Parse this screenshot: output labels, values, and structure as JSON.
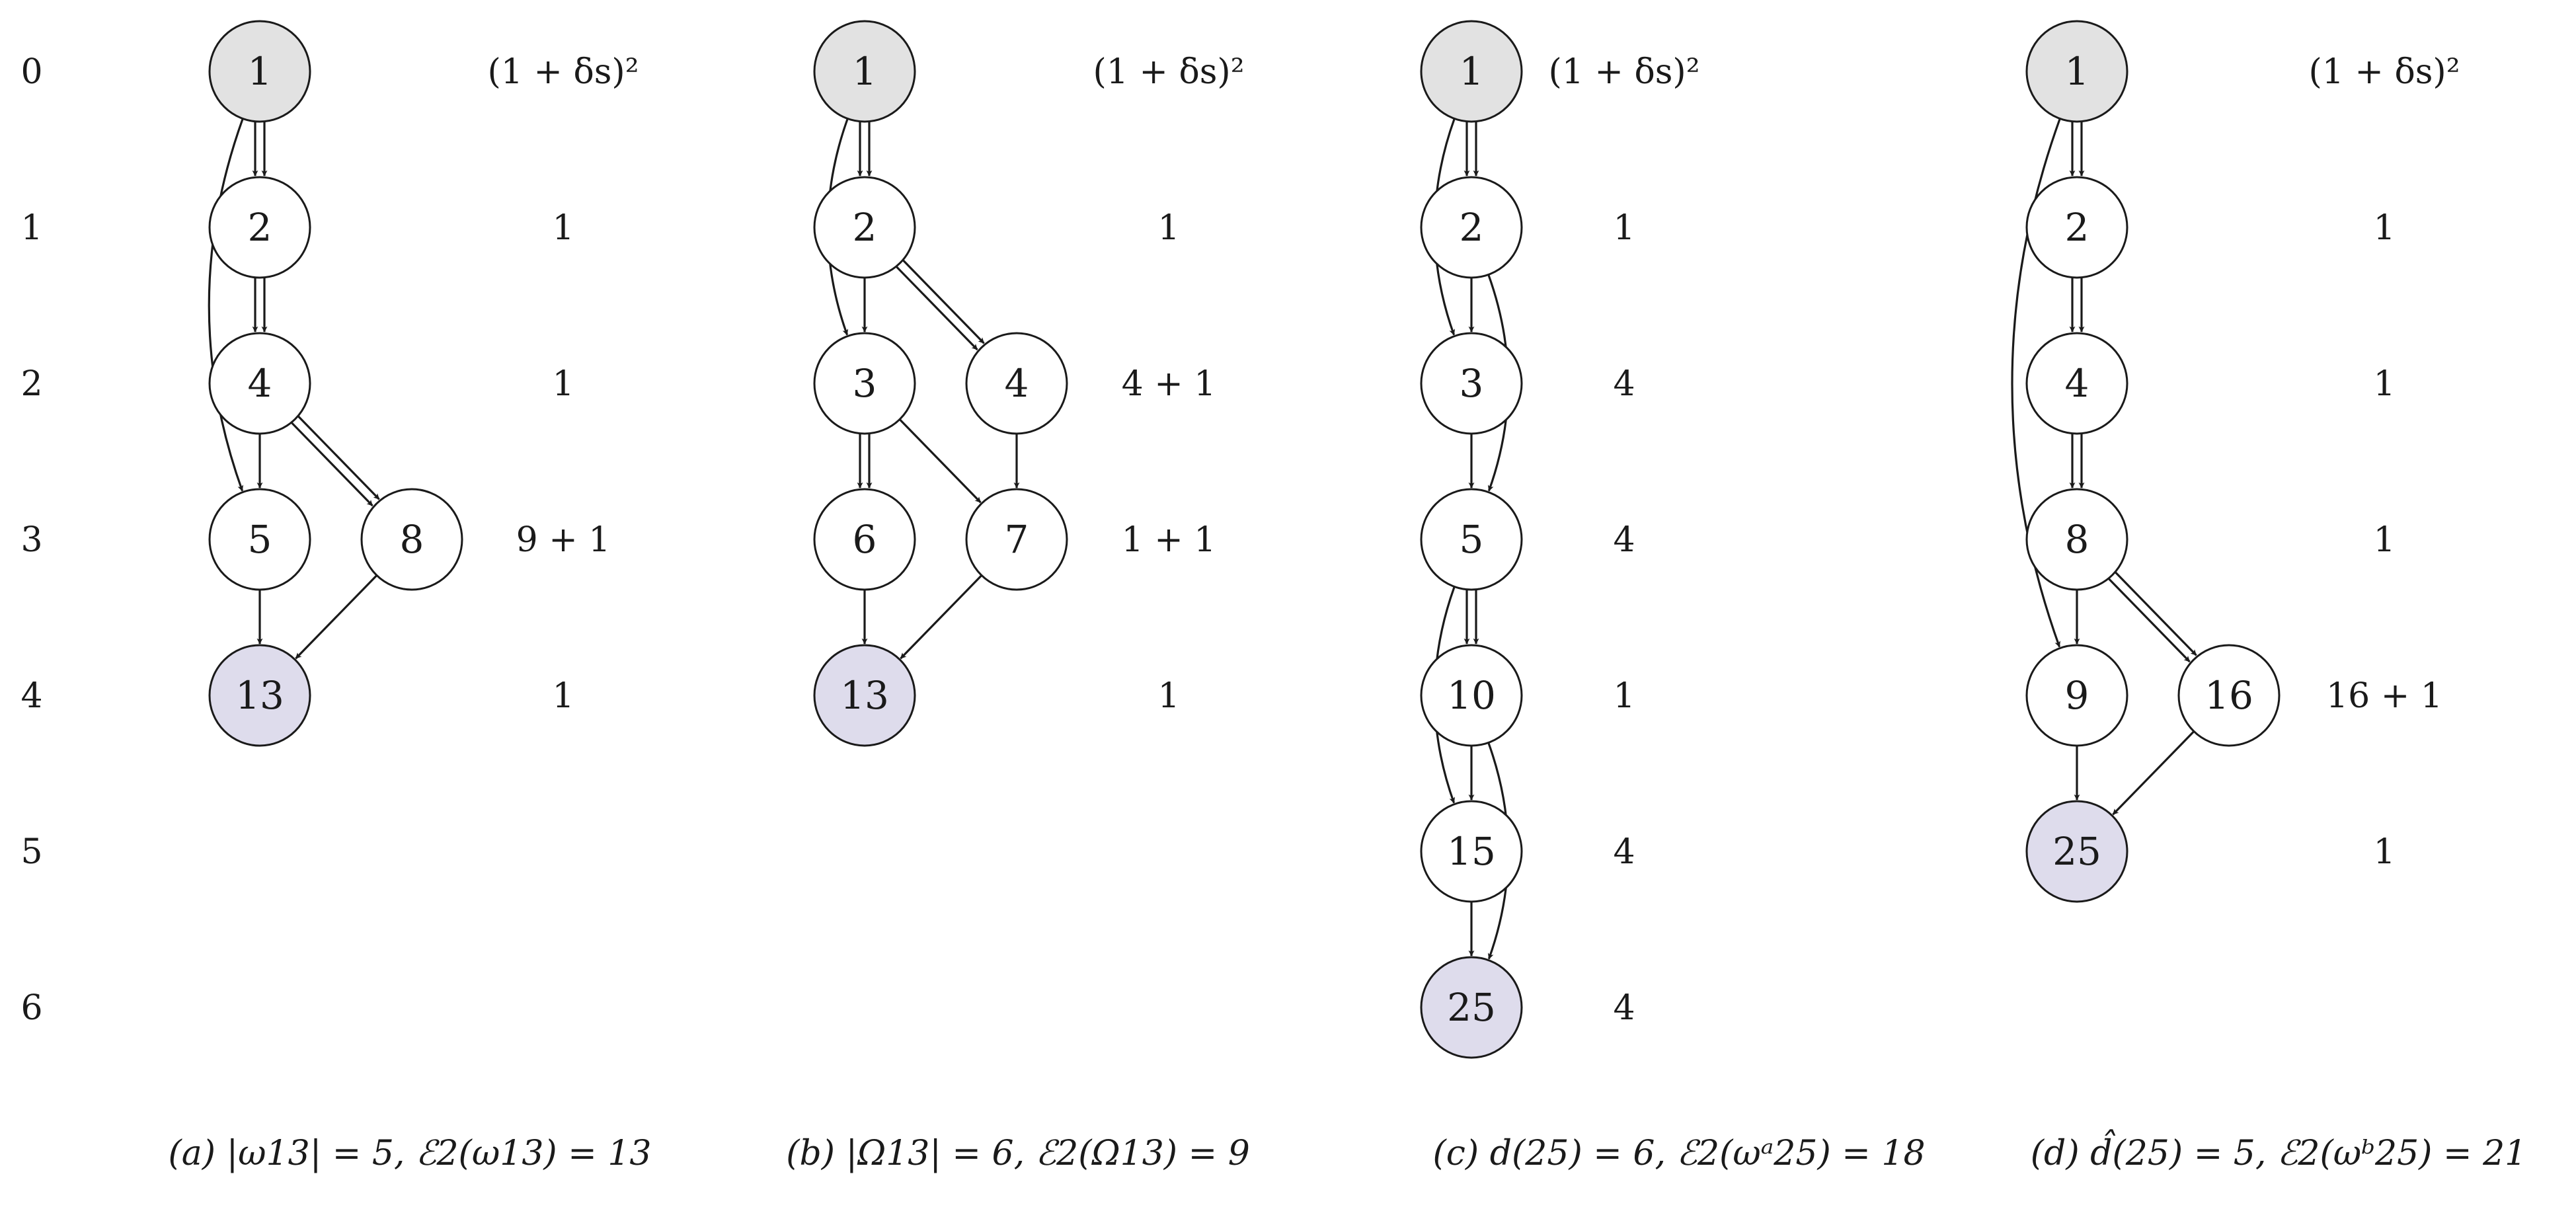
{
  "colors": {
    "root": "#e2e2e2",
    "target": "#dedcec",
    "plain": "#ffffff",
    "ink": "#1a1a1a"
  },
  "row_labels": [
    "0",
    "1",
    "2",
    "3",
    "4",
    "5",
    "6"
  ],
  "panels": [
    {
      "caption": "(a) |ω13| = 5, ℰ2(ω13) = 13",
      "costs": [
        {
          "row": 0,
          "text": "(1 + δs)²"
        },
        {
          "row": 1,
          "text": "1"
        },
        {
          "row": 2,
          "text": "1"
        },
        {
          "row": 3,
          "text": "9 + 1"
        },
        {
          "row": 4,
          "text": "1"
        }
      ],
      "nodes": [
        {
          "id": "1",
          "label": "1",
          "row": 0,
          "col": 0,
          "kind": "root"
        },
        {
          "id": "2",
          "label": "2",
          "row": 1,
          "col": 0,
          "kind": "plain"
        },
        {
          "id": "4",
          "label": "4",
          "row": 2,
          "col": 0,
          "kind": "plain"
        },
        {
          "id": "5",
          "label": "5",
          "row": 3,
          "col": 0,
          "kind": "plain"
        },
        {
          "id": "8",
          "label": "8",
          "row": 3,
          "col": 1,
          "kind": "plain"
        },
        {
          "id": "13",
          "label": "13",
          "row": 4,
          "col": 0,
          "kind": "target"
        }
      ],
      "edges": [
        {
          "from": "1",
          "to": "2",
          "double": true
        },
        {
          "from": "2",
          "to": "4",
          "double": true
        },
        {
          "from": "4",
          "to": "5"
        },
        {
          "from": "4",
          "to": "8",
          "double": true
        },
        {
          "from": "1",
          "to": "5",
          "bend": "left"
        },
        {
          "from": "5",
          "to": "13"
        },
        {
          "from": "8",
          "to": "13"
        }
      ]
    },
    {
      "caption": "(b) |Ω13| = 6, ℰ2(Ω13) = 9",
      "costs": [
        {
          "row": 0,
          "text": "(1 + δs)²"
        },
        {
          "row": 1,
          "text": "1"
        },
        {
          "row": 2,
          "text": "4 + 1"
        },
        {
          "row": 3,
          "text": "1 + 1"
        },
        {
          "row": 4,
          "text": "1"
        }
      ],
      "nodes": [
        {
          "id": "1",
          "label": "1",
          "row": 0,
          "col": 0,
          "kind": "root"
        },
        {
          "id": "2",
          "label": "2",
          "row": 1,
          "col": 0,
          "kind": "plain"
        },
        {
          "id": "3",
          "label": "3",
          "row": 2,
          "col": 0,
          "kind": "plain"
        },
        {
          "id": "4",
          "label": "4",
          "row": 2,
          "col": 1,
          "kind": "plain"
        },
        {
          "id": "6",
          "label": "6",
          "row": 3,
          "col": 0,
          "kind": "plain"
        },
        {
          "id": "7",
          "label": "7",
          "row": 3,
          "col": 1,
          "kind": "plain"
        },
        {
          "id": "13",
          "label": "13",
          "row": 4,
          "col": 0,
          "kind": "target"
        }
      ],
      "edges": [
        {
          "from": "1",
          "to": "2",
          "double": true
        },
        {
          "from": "2",
          "to": "3"
        },
        {
          "from": "1",
          "to": "3",
          "bend": "left"
        },
        {
          "from": "2",
          "to": "4",
          "double": true
        },
        {
          "from": "3",
          "to": "6",
          "double": true
        },
        {
          "from": "3",
          "to": "7"
        },
        {
          "from": "4",
          "to": "7"
        },
        {
          "from": "6",
          "to": "13"
        },
        {
          "from": "7",
          "to": "13"
        }
      ]
    },
    {
      "caption": "(c) d(25) = 6, ℰ2(ωᵃ25) = 18",
      "costs": [
        {
          "row": 0,
          "text": "(1 + δs)²"
        },
        {
          "row": 1,
          "text": "1"
        },
        {
          "row": 2,
          "text": "4"
        },
        {
          "row": 3,
          "text": "4"
        },
        {
          "row": 4,
          "text": "1"
        },
        {
          "row": 5,
          "text": "4"
        },
        {
          "row": 6,
          "text": "4"
        }
      ],
      "nodes": [
        {
          "id": "1",
          "label": "1",
          "row": 0,
          "col": 0,
          "kind": "root"
        },
        {
          "id": "2",
          "label": "2",
          "row": 1,
          "col": 0,
          "kind": "plain"
        },
        {
          "id": "3",
          "label": "3",
          "row": 2,
          "col": 0,
          "kind": "plain"
        },
        {
          "id": "5",
          "label": "5",
          "row": 3,
          "col": 0,
          "kind": "plain"
        },
        {
          "id": "10",
          "label": "10",
          "row": 4,
          "col": 0,
          "kind": "plain"
        },
        {
          "id": "15",
          "label": "15",
          "row": 5,
          "col": 0,
          "kind": "plain"
        },
        {
          "id": "25",
          "label": "25",
          "row": 6,
          "col": 0,
          "kind": "target"
        }
      ],
      "edges": [
        {
          "from": "1",
          "to": "2",
          "double": true
        },
        {
          "from": "2",
          "to": "3"
        },
        {
          "from": "1",
          "to": "3",
          "bend": "left"
        },
        {
          "from": "3",
          "to": "5"
        },
        {
          "from": "2",
          "to": "5",
          "bend": "right"
        },
        {
          "from": "5",
          "to": "10",
          "double": true
        },
        {
          "from": "10",
          "to": "15"
        },
        {
          "from": "5",
          "to": "15",
          "bend": "left"
        },
        {
          "from": "15",
          "to": "25"
        },
        {
          "from": "10",
          "to": "25",
          "bend": "right"
        }
      ]
    },
    {
      "caption": "(d) d̂(25) = 5, ℰ2(ωᵇ25) = 21",
      "costs": [
        {
          "row": 0,
          "text": "(1 + δs)²"
        },
        {
          "row": 1,
          "text": "1"
        },
        {
          "row": 2,
          "text": "1"
        },
        {
          "row": 3,
          "text": "1"
        },
        {
          "row": 4,
          "text": "16 + 1"
        },
        {
          "row": 5,
          "text": "1"
        }
      ],
      "nodes": [
        {
          "id": "1",
          "label": "1",
          "row": 0,
          "col": 0,
          "kind": "root"
        },
        {
          "id": "2",
          "label": "2",
          "row": 1,
          "col": 0,
          "kind": "plain"
        },
        {
          "id": "4",
          "label": "4",
          "row": 2,
          "col": 0,
          "kind": "plain"
        },
        {
          "id": "8",
          "label": "8",
          "row": 3,
          "col": 0,
          "kind": "plain"
        },
        {
          "id": "9",
          "label": "9",
          "row": 4,
          "col": 0,
          "kind": "plain"
        },
        {
          "id": "16",
          "label": "16",
          "row": 4,
          "col": 1,
          "kind": "plain"
        },
        {
          "id": "25",
          "label": "25",
          "row": 5,
          "col": 0,
          "kind": "target"
        }
      ],
      "edges": [
        {
          "from": "1",
          "to": "2",
          "double": true
        },
        {
          "from": "2",
          "to": "4",
          "double": true
        },
        {
          "from": "4",
          "to": "8",
          "double": true
        },
        {
          "from": "8",
          "to": "9"
        },
        {
          "from": "1",
          "to": "9",
          "bend": "left"
        },
        {
          "from": "8",
          "to": "16",
          "double": true
        },
        {
          "from": "9",
          "to": "25"
        },
        {
          "from": "16",
          "to": "25"
        }
      ]
    }
  ]
}
